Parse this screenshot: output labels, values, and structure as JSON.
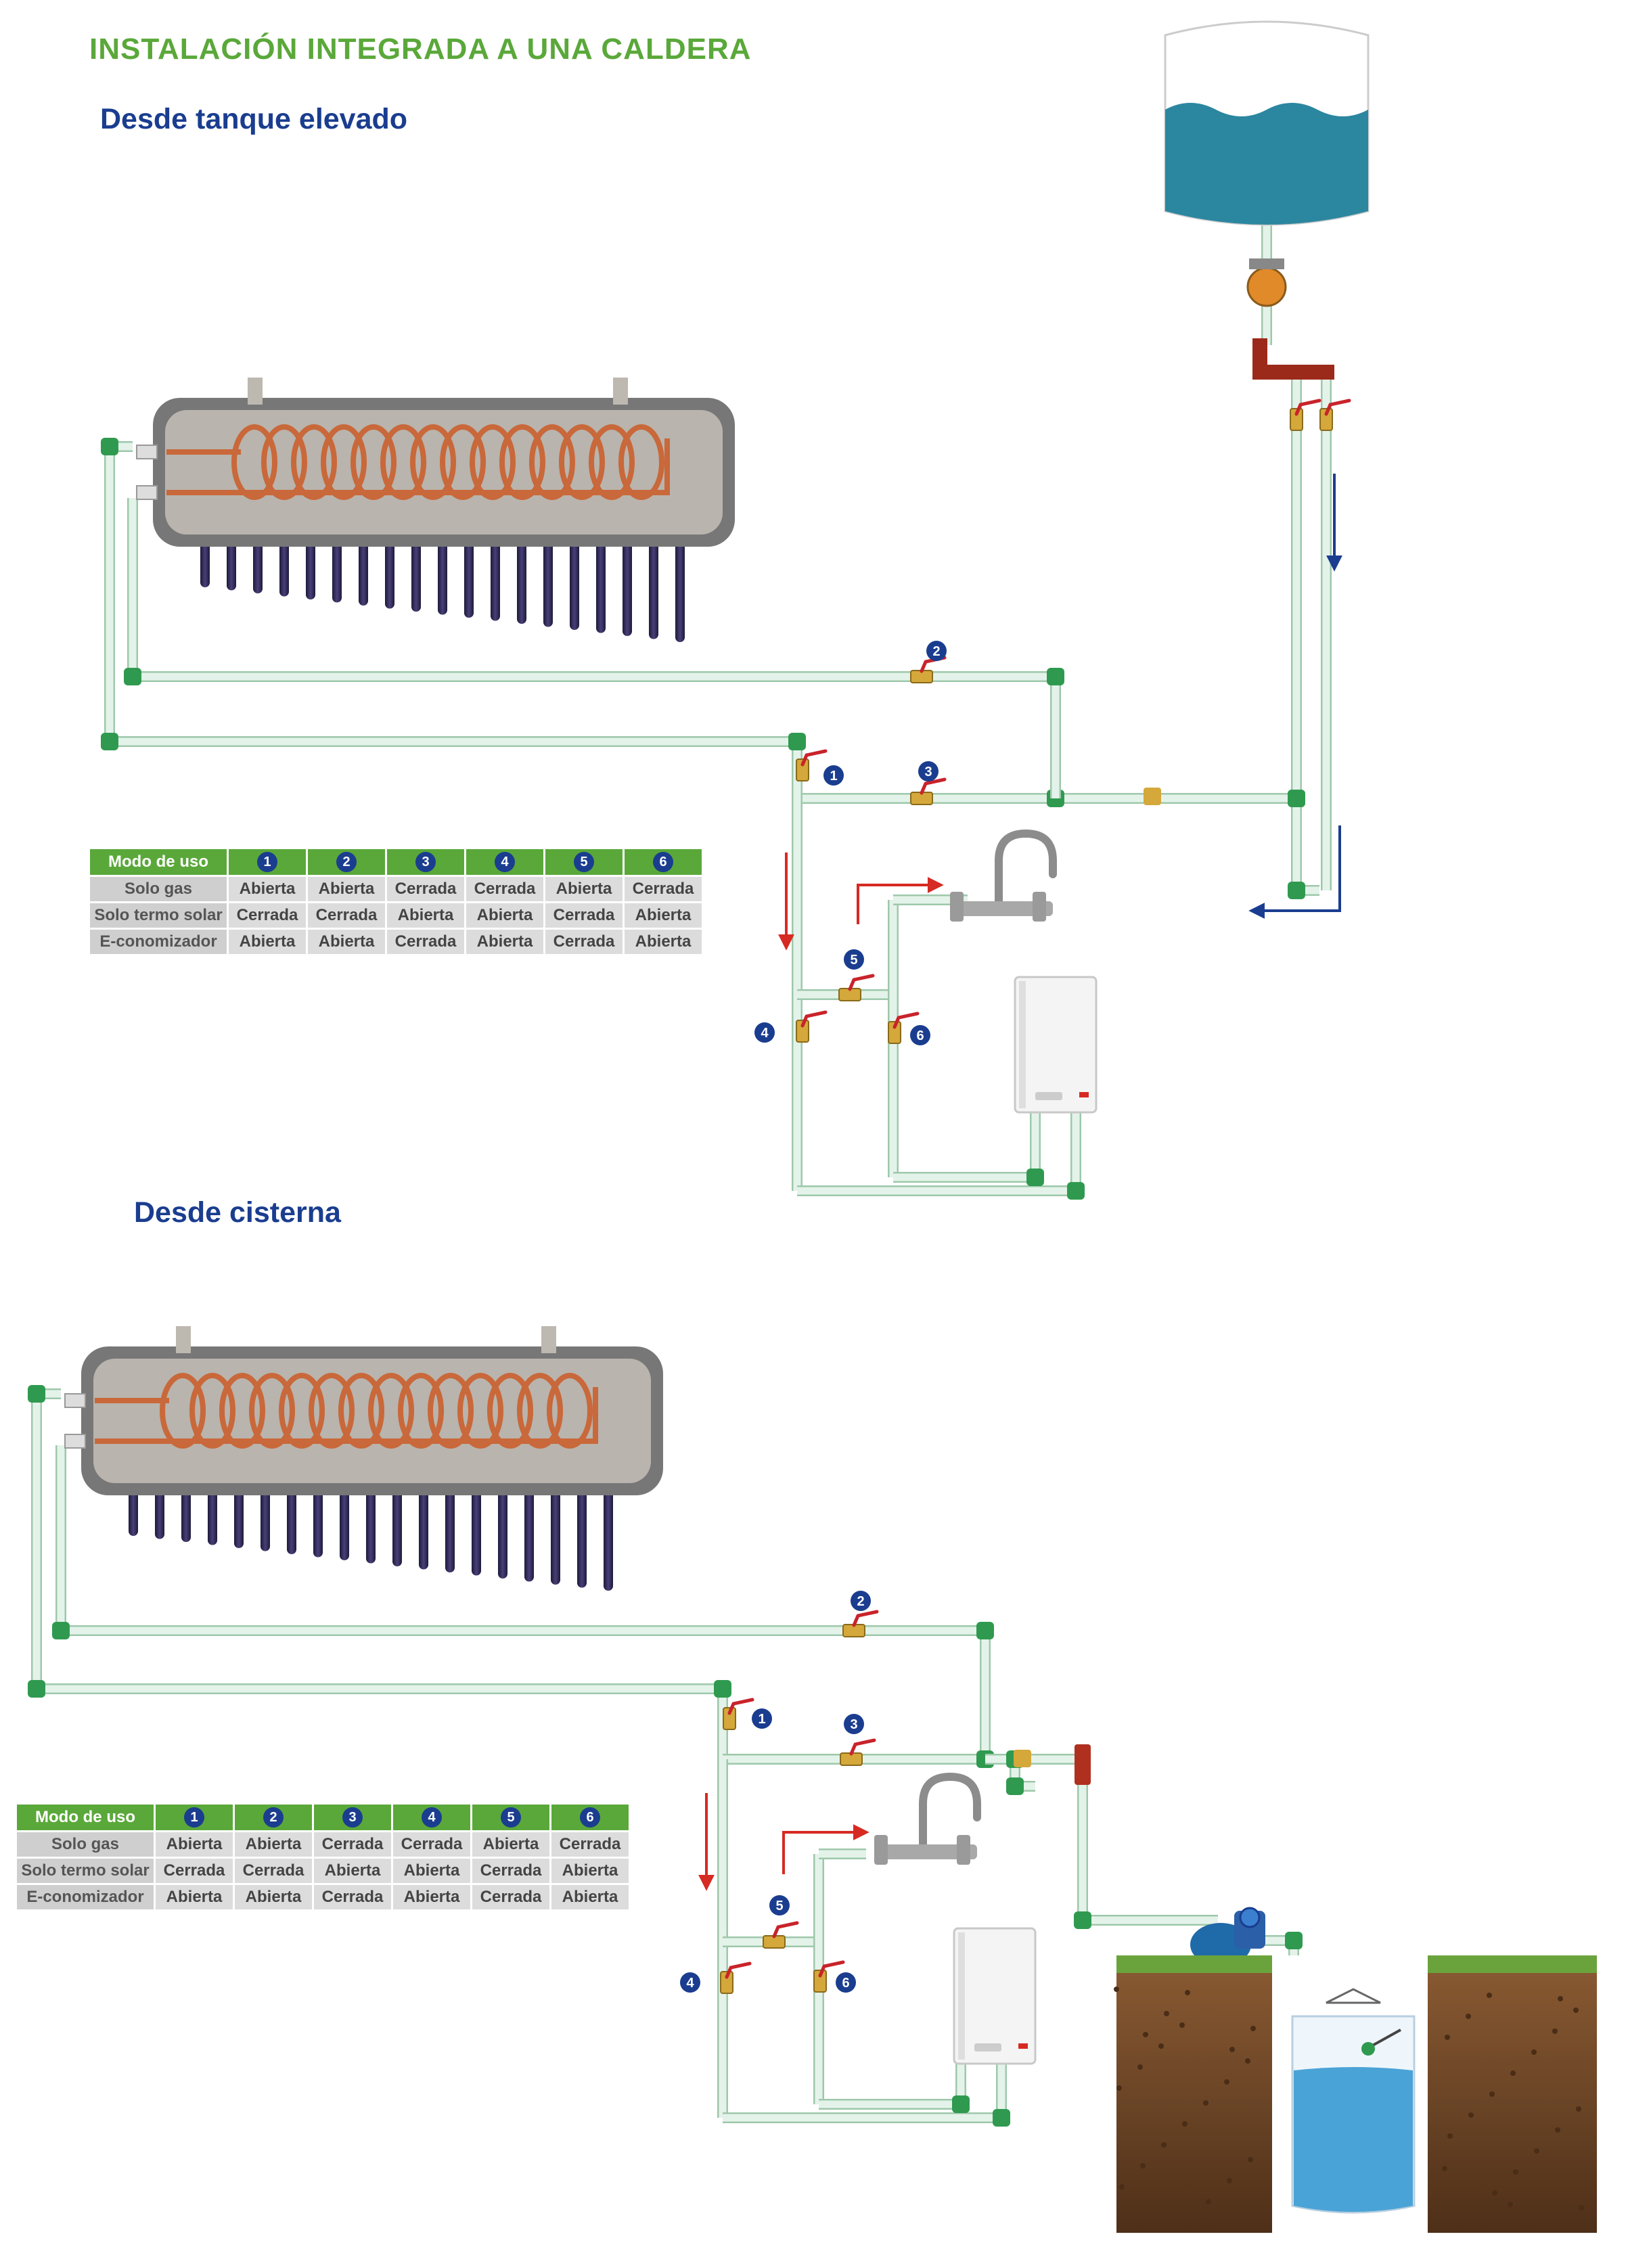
{
  "header": {
    "title": "INSTALACIÓN INTEGRADA A UNA CALDERA"
  },
  "sections": [
    {
      "subtitle": "Desde tanque elevado"
    },
    {
      "subtitle": "Desde cisterna"
    }
  ],
  "mode_table": {
    "header_label": "Modo de uso",
    "valve_numbers": [
      "1",
      "2",
      "3",
      "4",
      "5",
      "6"
    ],
    "rows": [
      {
        "mode": "Solo gas",
        "states": [
          "Abierta",
          "Abierta",
          "Cerrada",
          "Cerrada",
          "Abierta",
          "Cerrada"
        ]
      },
      {
        "mode": "Solo termo solar",
        "states": [
          "Cerrada",
          "Cerrada",
          "Abierta",
          "Abierta",
          "Cerrada",
          "Abierta"
        ]
      },
      {
        "mode": "E-conomizador",
        "states": [
          "Abierta",
          "Abierta",
          "Cerrada",
          "Abierta",
          "Cerrada",
          "Abierta"
        ]
      }
    ]
  },
  "valve_labels": [
    "1",
    "2",
    "3",
    "4",
    "5",
    "6"
  ],
  "colors": {
    "title_green": "#5aa83a",
    "subtitle_blue": "#1a3d8f",
    "pipe": "#e4f3ea",
    "pipe_edge": "#9ec8ab",
    "fitting_green": "#2f9a4f",
    "water": "#2b86a0",
    "coil": "#c9683a",
    "tank_body": "#b9b4ad",
    "tank_shell": "#777777",
    "hot_arrow": "#d62a22",
    "cold_arrow": "#1a3d8f",
    "soil": "#6b4526",
    "grass": "#6aa33c"
  },
  "icons": [
    "solar-heater-icon",
    "elevated-tank-icon",
    "pump-icon",
    "boiler-icon",
    "faucet-icon",
    "valve-icon",
    "cistern-icon"
  ]
}
